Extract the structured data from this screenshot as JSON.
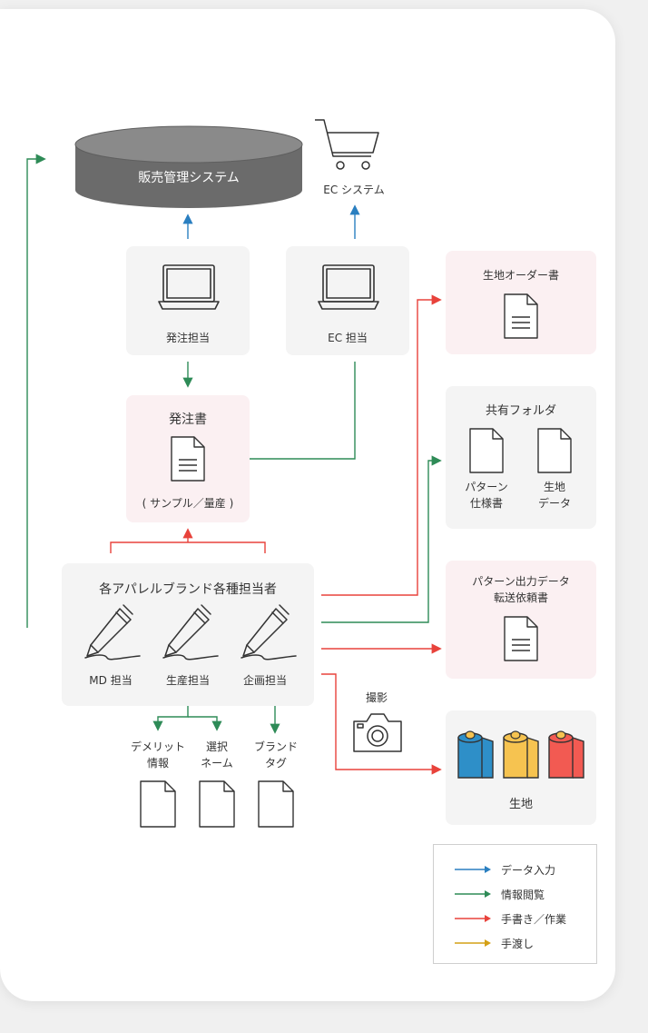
{
  "system": {
    "label": "販売管理システム"
  },
  "ec_system": {
    "label": "EC システム",
    "icon": "shopping-cart-icon"
  },
  "ordering": {
    "label": "発注担当",
    "icon": "laptop-icon"
  },
  "ec_staff": {
    "label": "EC 担当",
    "icon": "laptop-icon"
  },
  "purchase_order": {
    "title": "発注書",
    "note": "( サンプル／量産 )",
    "icon": "document-icon"
  },
  "fabric_order": {
    "title": "生地オーダー書",
    "icon": "document-icon"
  },
  "shared_folder": {
    "title": "共有フォルダ",
    "items": [
      {
        "label": "パターン\n仕様書",
        "icon": "document-icon"
      },
      {
        "label": "生地\nデータ",
        "icon": "document-icon"
      }
    ]
  },
  "pattern_request": {
    "title": "パターン出力データ\n転送依頼書",
    "icon": "document-icon"
  },
  "brands": {
    "title": "各アパレルブランド各種担当者",
    "roles": [
      {
        "label": "MD 担当",
        "icon": "pen-icon"
      },
      {
        "label": "生産担当",
        "icon": "pen-icon"
      },
      {
        "label": "企画担当",
        "icon": "pen-icon"
      }
    ]
  },
  "outputs": [
    {
      "label": "デメリット\n情報",
      "icon": "document-icon"
    },
    {
      "label": "選択\nネーム",
      "icon": "document-icon"
    },
    {
      "label": "ブランド\nタグ",
      "icon": "document-icon"
    }
  ],
  "photo": {
    "label": "撮影",
    "icon": "camera-icon"
  },
  "fabric": {
    "label": "生地",
    "icon": "fabric-roll-icon",
    "roll_colors": [
      "#2e8fc8",
      "#f6c350",
      "#f25a52"
    ]
  },
  "legend": [
    {
      "label": "データ入力",
      "color": "#2a7fc0"
    },
    {
      "label": "情報閲覧",
      "color": "#2e8b57"
    },
    {
      "label": "手書き／作業",
      "color": "#e8423b"
    },
    {
      "label": "手渡し",
      "color": "#d4a017"
    }
  ],
  "colors": {
    "blue": "#2a7fc0",
    "green": "#2e8b57",
    "red": "#e8423b",
    "gold": "#d4a017"
  }
}
